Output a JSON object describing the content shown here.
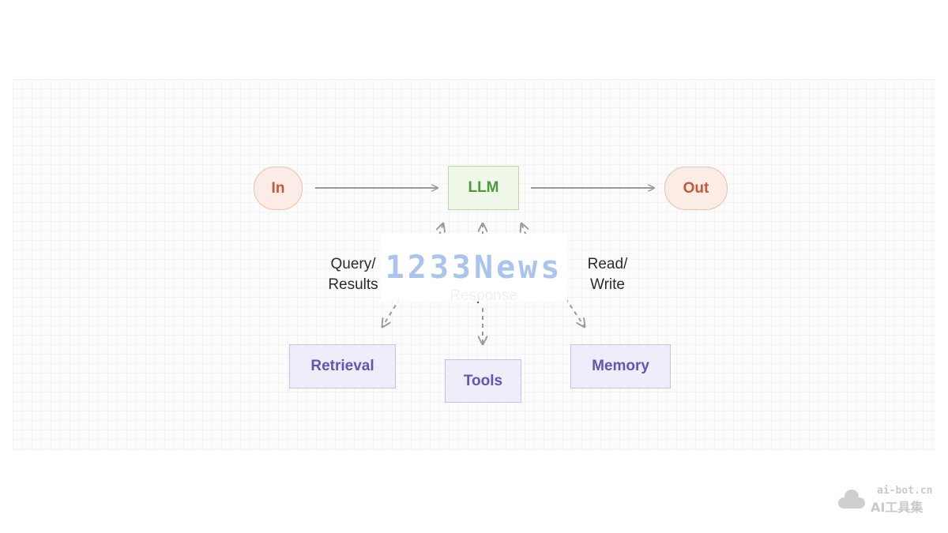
{
  "nodes": {
    "in": "In",
    "llm": "LLM",
    "out": "Out",
    "retrieval": "Retrieval",
    "tools": "Tools",
    "memory": "Memory"
  },
  "labels": {
    "query_line1": "Query/",
    "query_line2": "Results",
    "tools_label": "Response",
    "readwrite_line1": "Read/",
    "readwrite_line2": "Write"
  },
  "watermark": {
    "center": "1233News",
    "corner_line1": "ai-bot.cn",
    "corner_line2": "AI工具集"
  },
  "colors": {
    "io_text": "#c8573a",
    "llm_text": "#4a9a38",
    "module_text": "#6553b6",
    "arrow": "#9a9a9a"
  }
}
